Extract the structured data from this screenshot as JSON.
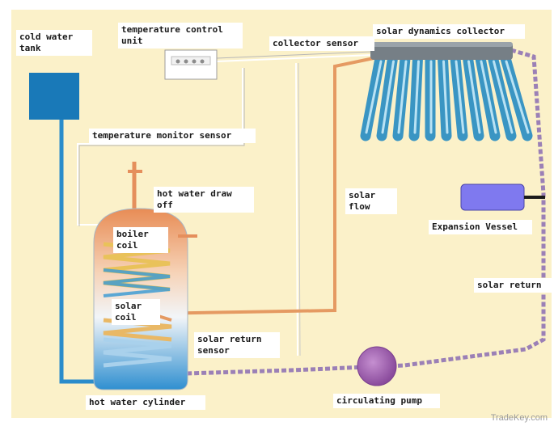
{
  "labels": {
    "cold_water_tank": "cold water\ntank",
    "temperature_control_unit": "temperature control\nunit",
    "collector_sensor": "collector sensor",
    "solar_dynamics_collector": "solar dynamics collector",
    "temperature_monitor_sensor": "temperature monitor sensor",
    "hot_water_draw_off": "hot water draw\noff",
    "boiler_coil": "boiler\ncoil",
    "solar_flow": "solar\nflow",
    "expansion_vessel": "Expansion Vessel",
    "solar_coil": "solar\ncoil",
    "solar_return_sensor": "solar return\nsensor",
    "solar_return": "solar return",
    "hot_water_cylinder": "hot water cylinder",
    "circulating_pump": "circulating pump"
  },
  "watermark": "TradeKey.com",
  "colors": {
    "background": "#fbf1c9",
    "cold_pipe": "#2a8ccb",
    "tank": "#1979b8",
    "solar_flow_pipe": "#e59a62",
    "solar_return_pipe": "#9b80b6",
    "pump": "#a25fb0",
    "expansion_vessel": "#7f79ef",
    "collector_tube": "#3f9cc6",
    "collector_header": "#767f86"
  },
  "icons": [
    "temperature-control-unit-icon",
    "solar-collector-icon",
    "cylinder-icon",
    "pump-icon",
    "expansion-vessel-icon",
    "cold-water-tank-icon"
  ]
}
